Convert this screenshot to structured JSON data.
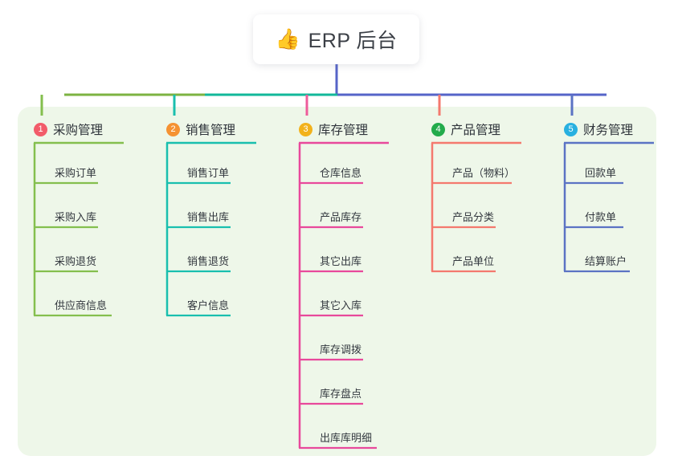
{
  "diagram": {
    "type": "mindmap-tree",
    "background": "#ffffff",
    "panel_color": "#eef7e9",
    "root": {
      "icon": "thumbs-up-icon",
      "icon_glyph": "👍",
      "title": "ERP 后台",
      "trunk_color": "#5664c8"
    },
    "bus": {
      "segments": [
        {
          "color": "#7cb342",
          "from": 80,
          "to": 255
        },
        {
          "color": "#12b89a",
          "from": 255,
          "to": 420
        },
        {
          "color": "#5664c8",
          "from": 420,
          "to": 755
        }
      ]
    },
    "branches": [
      {
        "index": "1",
        "badge_color": "#f25c6a",
        "line_color": "#84bf4e",
        "stub_color": "#84bf4e",
        "title": "采购管理",
        "rule_width": 112,
        "items": [
          {
            "label": "采购订单",
            "rule_width": 80
          },
          {
            "label": "采购入库",
            "rule_width": 80
          },
          {
            "label": "采购退货",
            "rule_width": 80
          },
          {
            "label": "供应商信息",
            "rule_width": 97
          }
        ]
      },
      {
        "index": "2",
        "badge_color": "#f59232",
        "line_color": "#19bfae",
        "stub_color": "#19bfae",
        "title": "销售管理",
        "rule_width": 112,
        "items": [
          {
            "label": "销售订单",
            "rule_width": 80
          },
          {
            "label": "销售出库",
            "rule_width": 80
          },
          {
            "label": "销售退货",
            "rule_width": 80
          },
          {
            "label": "客户信息",
            "rule_width": 80
          }
        ]
      },
      {
        "index": "3",
        "badge_color": "#f2b21c",
        "line_color": "#e8499b",
        "stub_color": "#ee5c9b",
        "title": "库存管理",
        "rule_width": 112,
        "items": [
          {
            "label": "仓库信息",
            "rule_width": 80
          },
          {
            "label": "产品库存",
            "rule_width": 80
          },
          {
            "label": "其它出库",
            "rule_width": 80
          },
          {
            "label": "其它入库",
            "rule_width": 80
          },
          {
            "label": "库存调拨",
            "rule_width": 80
          },
          {
            "label": "库存盘点",
            "rule_width": 80
          },
          {
            "label": "出库库明细",
            "rule_width": 97
          }
        ]
      },
      {
        "index": "4",
        "badge_color": "#22ab4b",
        "line_color": "#f4796e",
        "stub_color": "#f4796e",
        "title": "产品管理",
        "rule_width": 112,
        "items": [
          {
            "label": "产品（物料）",
            "rule_width": 100
          },
          {
            "label": "产品分类",
            "rule_width": 80
          },
          {
            "label": "产品单位",
            "rule_width": 80
          }
        ]
      },
      {
        "index": "5",
        "badge_color": "#28b0e0",
        "line_color": "#5b73c4",
        "stub_color": "#5b73c4",
        "title": "财务管理",
        "rule_width": 112,
        "items": [
          {
            "label": "回款单",
            "rule_width": 74
          },
          {
            "label": "付款单",
            "rule_width": 74
          },
          {
            "label": "结算账户",
            "rule_width": 82
          }
        ]
      }
    ]
  }
}
